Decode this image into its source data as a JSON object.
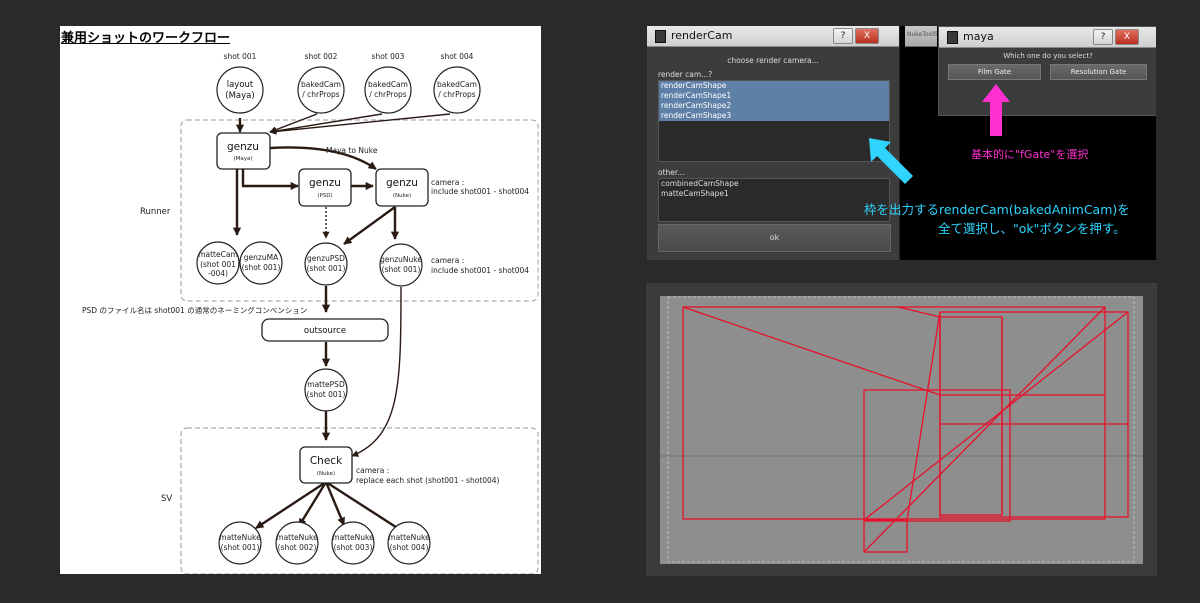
{
  "flow": {
    "title": "兼用ショットのワークフロー",
    "shots": [
      "shot 001",
      "shot 002",
      "shot 003",
      "shot 004"
    ],
    "layout_node": {
      "line1": "layout",
      "line2": "(Maya)"
    },
    "baked_nodes": [
      {
        "line1": "bakedCam",
        "line2": "/ chrProps"
      },
      {
        "line1": "bakedCam",
        "line2": "/ chrProps"
      },
      {
        "line1": "bakedCam",
        "line2": "/ chrProps"
      }
    ],
    "genzu_maya": {
      "title": "genzu",
      "sub": "(Maya)"
    },
    "genzu_psd": {
      "title": "genzu",
      "sub": "(PSD)"
    },
    "genzu_nuke": {
      "title": "genzu",
      "sub": "(Nuke)"
    },
    "maya_to_nuke": "Maya to Nuke",
    "camera_note_1": {
      "line1": "camera :",
      "line2": "include shot001 - shot004"
    },
    "camera_note_2": {
      "line1": "camera :",
      "line2": "include shot001 - shot004"
    },
    "runner_label": "Runner",
    "sv_label": "SV",
    "matte_cam": {
      "line1": "matteCam",
      "line2": "(shot 001",
      "line3": "-004)"
    },
    "genzu_ma": {
      "line1": "genzuMA",
      "line2": "(shot 001)"
    },
    "genzu_psd_out": {
      "line1": "genzuPSD",
      "line2": "(shot 001)"
    },
    "genzu_nuke_out": {
      "line1": "genzuNuke",
      "line2": "(shot 001)"
    },
    "psd_note": "PSD のファイル名は shot001 の通常のネーミングコンベンション",
    "outsource": "outsource",
    "matte_psd": {
      "line1": "mattePSD",
      "line2": "(shot 001)"
    },
    "check": {
      "title": "Check",
      "sub": "(Nuke)"
    },
    "camera_note_3": {
      "line1": "camera :",
      "line2": "replace each shot (shot001 - shot004)"
    },
    "matte_nukes": [
      {
        "line1": "matteNuke",
        "line2": "(shot 001)"
      },
      {
        "line1": "matteNuke",
        "line2": "(shot 002)"
      },
      {
        "line1": "matteNuke",
        "line2": "(shot 003)"
      },
      {
        "line1": "matteNuke",
        "line2": "(shot 004)"
      }
    ]
  },
  "render_cam_dialog": {
    "title": "renderCam",
    "help": "?",
    "close": "X",
    "heading": "choose render camera...",
    "list_label": "render cam...?",
    "items": [
      "renderCamShape",
      "renderCamShape1",
      "renderCamShape2",
      "renderCamShape3"
    ],
    "other_label": "other...",
    "other_items": [
      "combinedCamShape",
      "matteCamShape1"
    ],
    "ok": "ok"
  },
  "background_window_text": "NukeToolSet",
  "maya_dialog": {
    "title": "maya",
    "help": "?",
    "close": "X",
    "question": "Which one do you select?",
    "film_gate": "Film Gate",
    "resolution_gate": "Resolution Gate"
  },
  "annotations": {
    "magenta_note": "基本的に\"fGate\"を選択",
    "blue_note_line1": "枠を出力するrenderCam(bakedAnimCam)を",
    "blue_note_line2": "全て選択し、\"ok\"ボタンを押す。",
    "magenta_color": "#ff2fd0",
    "blue_color": "#2fd4ff"
  },
  "viewport": {
    "background_color": "#8e8e8e",
    "gate_color": "#e8102a"
  }
}
